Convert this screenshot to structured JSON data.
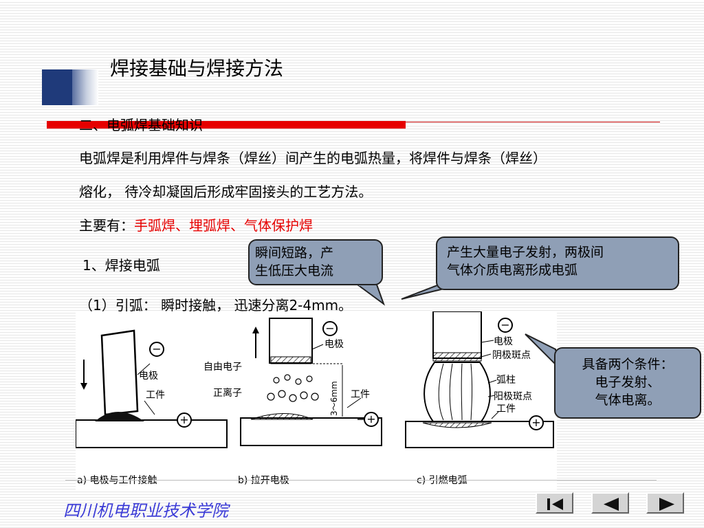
{
  "title": "焊接基础与焊接方法",
  "section_heading": "二、电弧焊基础知识",
  "para1": "电弧焊是利用焊件与焊条（焊丝）间产生的电弧热量，将焊件与焊条（焊丝）",
  "para2": "熔化，  待冷却凝固后形成牢固接头的工艺方法。",
  "para3_prefix": "主要有：",
  "para3_red": "手弧焊、埋弧焊、气体保护焊",
  "heading1": "1、焊接电弧",
  "heading2": "（1）引弧：   瞬时接触，      迅速分离2-4mm。",
  "callouts": [
    {
      "text_line1": "瞬间短路，产",
      "text_line2": "生低压大电流"
    },
    {
      "text_line1": "产生大量电子发射，两极间",
      "text_line2": "气体介质电离形成电弧"
    },
    {
      "text_line1": "具备两个条件：",
      "text_line2": "电子发射、",
      "text_line3": "气体电离。"
    }
  ],
  "figure": {
    "a": {
      "electrode": "电极",
      "workpiece": "工件",
      "caption": "a) 电极与工件接触"
    },
    "b": {
      "electrode": "电极",
      "free_electron": "自由电子",
      "positive_ion": "正离子",
      "gap": "3～6mm",
      "workpiece": "工件",
      "caption": "b) 拉开电极"
    },
    "c": {
      "electrode": "电极",
      "cathode_spot": "阴极斑点",
      "arc_column": "弧柱",
      "anode_spot": "阳极斑点",
      "workpiece": "工件",
      "caption": "c) 引燃电弧"
    },
    "minus": "−",
    "plus": "+"
  },
  "footer": "四川机电职业技术学院",
  "colors": {
    "accent_red": "#e60000",
    "navy": "#1f3a7a",
    "callout_fill": "#8f9fb6",
    "footer_blue": "#3b3bd6"
  }
}
